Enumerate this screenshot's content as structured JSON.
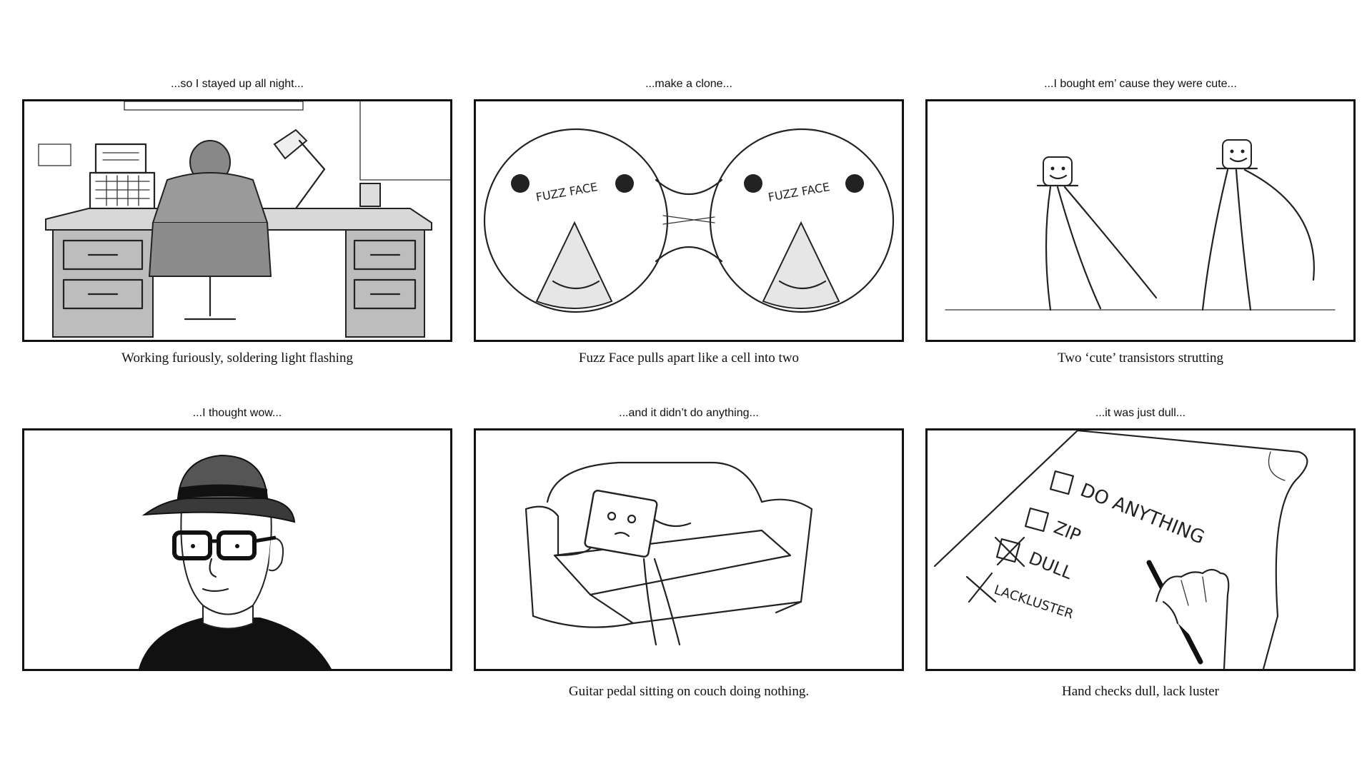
{
  "panels": [
    {
      "dialog": "...so I stayed up all night...",
      "caption": "Working furiously, soldering light flashing"
    },
    {
      "dialog": "...make a clone...",
      "caption": "Fuzz Face pulls apart like a cell into two",
      "pedal_text": "FUZZ FACE"
    },
    {
      "dialog": "...I bought em’ cause they were cute...",
      "caption": "Two ‘cute’ transistors strutting"
    },
    {
      "dialog": "...I thought wow...",
      "caption": ""
    },
    {
      "dialog": "...and it didn’t do anything...",
      "caption": "Guitar pedal sitting on couch doing nothing."
    },
    {
      "dialog": "...it was just dull...",
      "caption": "Hand checks dull, lack luster",
      "checklist": [
        "DO ANYTHING",
        "ZIP",
        "DULL",
        "LACKLUSTER"
      ]
    }
  ]
}
